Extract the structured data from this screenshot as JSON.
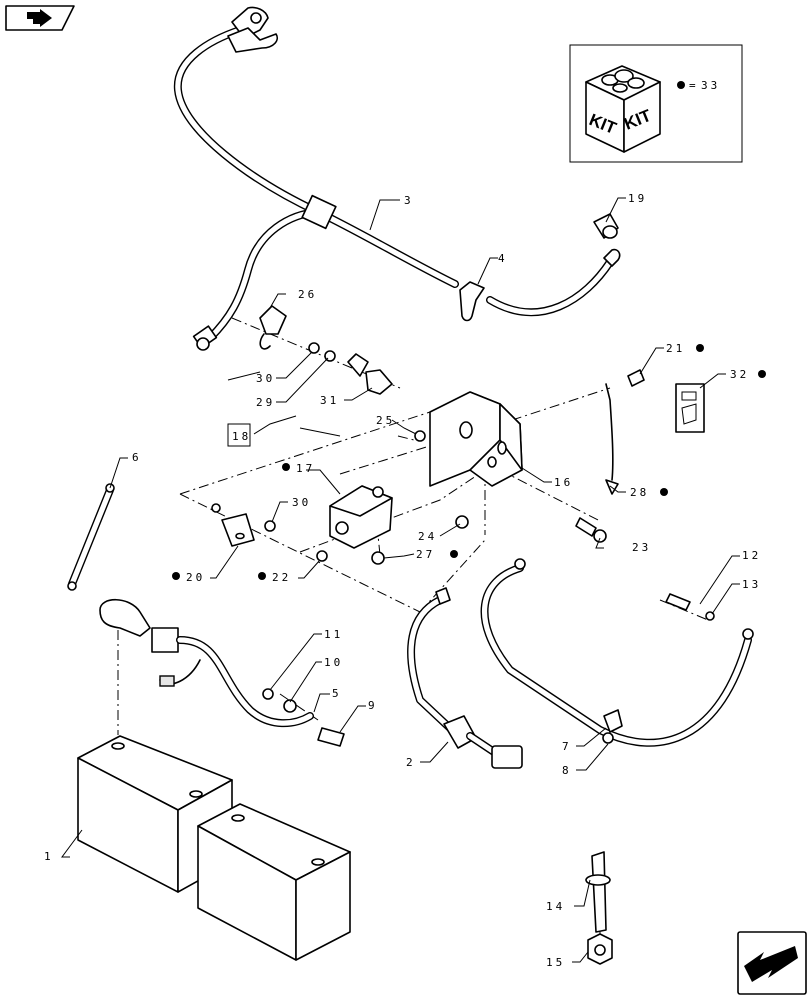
{
  "kit": {
    "label_left": "KIT",
    "label_right": "KIT",
    "legend_equals": "=",
    "legend_number": "33"
  },
  "callouts": [
    {
      "id": "c1",
      "text": "1",
      "dot": false
    },
    {
      "id": "c2",
      "text": "2",
      "dot": false
    },
    {
      "id": "c3",
      "text": "3",
      "dot": false
    },
    {
      "id": "c4",
      "text": "4",
      "dot": false
    },
    {
      "id": "c5",
      "text": "5",
      "dot": false
    },
    {
      "id": "c6",
      "text": "6",
      "dot": false
    },
    {
      "id": "c7",
      "text": "7",
      "dot": false
    },
    {
      "id": "c8",
      "text": "8",
      "dot": false
    },
    {
      "id": "c9",
      "text": "9",
      "dot": false
    },
    {
      "id": "c10",
      "text": "10",
      "dot": false
    },
    {
      "id": "c11",
      "text": "11",
      "dot": false
    },
    {
      "id": "c12",
      "text": "12",
      "dot": false
    },
    {
      "id": "c13",
      "text": "13",
      "dot": false
    },
    {
      "id": "c14",
      "text": "14",
      "dot": false
    },
    {
      "id": "c15",
      "text": "15",
      "dot": false
    },
    {
      "id": "c16",
      "text": "16",
      "dot": false
    },
    {
      "id": "c17",
      "text": "17",
      "dot": true
    },
    {
      "id": "c18",
      "text": "18",
      "dot": false
    },
    {
      "id": "c19",
      "text": "19",
      "dot": false
    },
    {
      "id": "c20",
      "text": "20",
      "dot": true
    },
    {
      "id": "c21",
      "text": "21",
      "dot": true
    },
    {
      "id": "c22",
      "text": "22",
      "dot": true
    },
    {
      "id": "c23",
      "text": "23",
      "dot": false
    },
    {
      "id": "c24",
      "text": "24",
      "dot": false
    },
    {
      "id": "c25",
      "text": "25",
      "dot": false
    },
    {
      "id": "c26",
      "text": "26",
      "dot": false
    },
    {
      "id": "c27",
      "text": "27",
      "dot": true
    },
    {
      "id": "c28",
      "text": "28",
      "dot": true
    },
    {
      "id": "c29",
      "text": "29",
      "dot": false
    },
    {
      "id": "c30a",
      "text": "30",
      "dot": false
    },
    {
      "id": "c30b",
      "text": "30",
      "dot": false
    },
    {
      "id": "c31",
      "text": "31",
      "dot": false
    },
    {
      "id": "c32",
      "text": "32",
      "dot": true
    }
  ]
}
